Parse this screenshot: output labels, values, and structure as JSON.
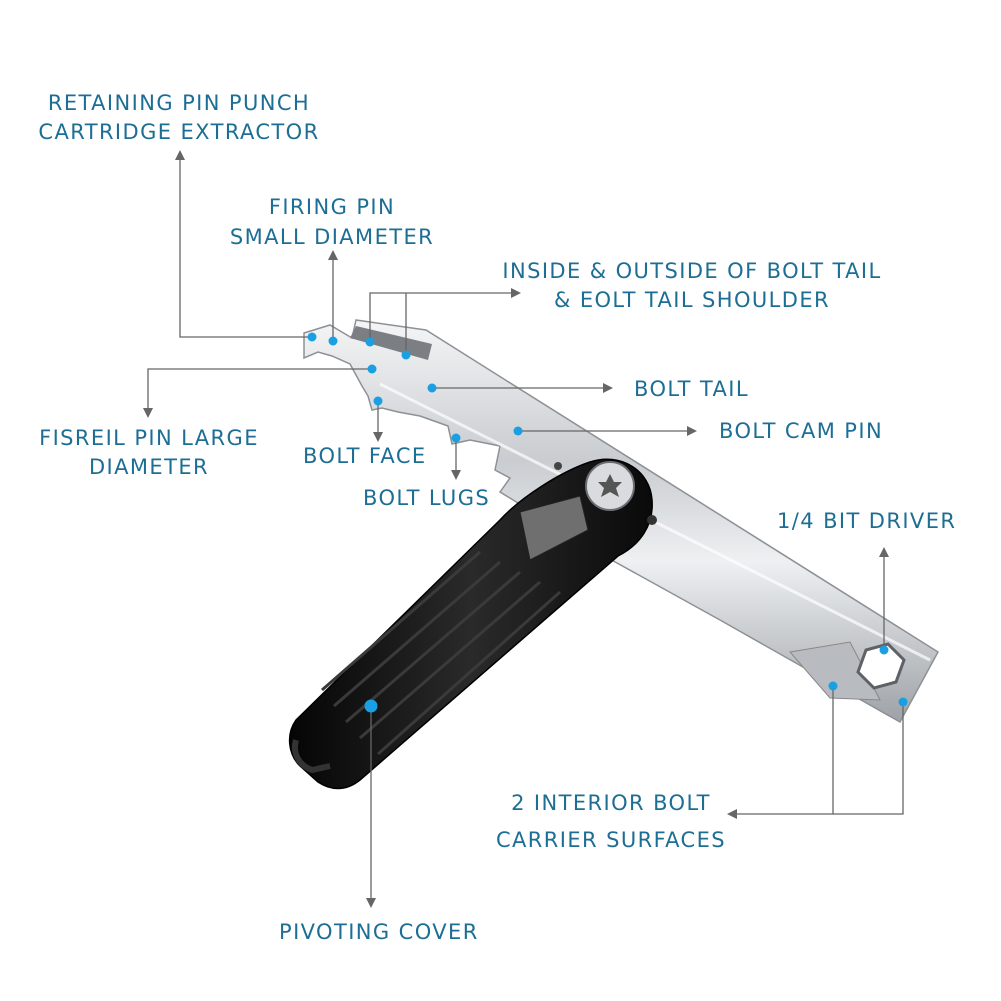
{
  "labels": {
    "retaining_pin_punch": "RETAINING PIN PUNCH",
    "cartridge_extractor": "CARTRIDGE EXTRACTOR",
    "firing_pin": "FIRING PIN",
    "small_diameter": "SMALL DIAMETER",
    "inside_outside_bolt_tail": "INSIDE & OUTSIDE OF BOLT TAIL",
    "bolt_tail_shoulder": "& EOLT TAIL SHOULDER",
    "bolt_tail": "BOLT TAIL",
    "fisreil_pin_large": "FISREIL PIN LARGE",
    "diameter": "DIAMETER",
    "bolt_face": "BOLT FACE",
    "bolt_cam_pin": "BOLT CAM PIN",
    "bolt_lugs": "BOLT LUGS",
    "bit_driver": "1/4 BIT DRIVER",
    "interior_bolt": "2 INTERIOR BOLT",
    "carrier_surfaces": "CARRIER SURFACES",
    "pivoting_cover": "PIVOTING COVER"
  },
  "colors": {
    "label_text": "#1d6e94",
    "marker_dot": "#1aa0e2",
    "leader_line": "#666666",
    "blade_steel": "#d4d6d9",
    "cover_black": "#121212"
  }
}
